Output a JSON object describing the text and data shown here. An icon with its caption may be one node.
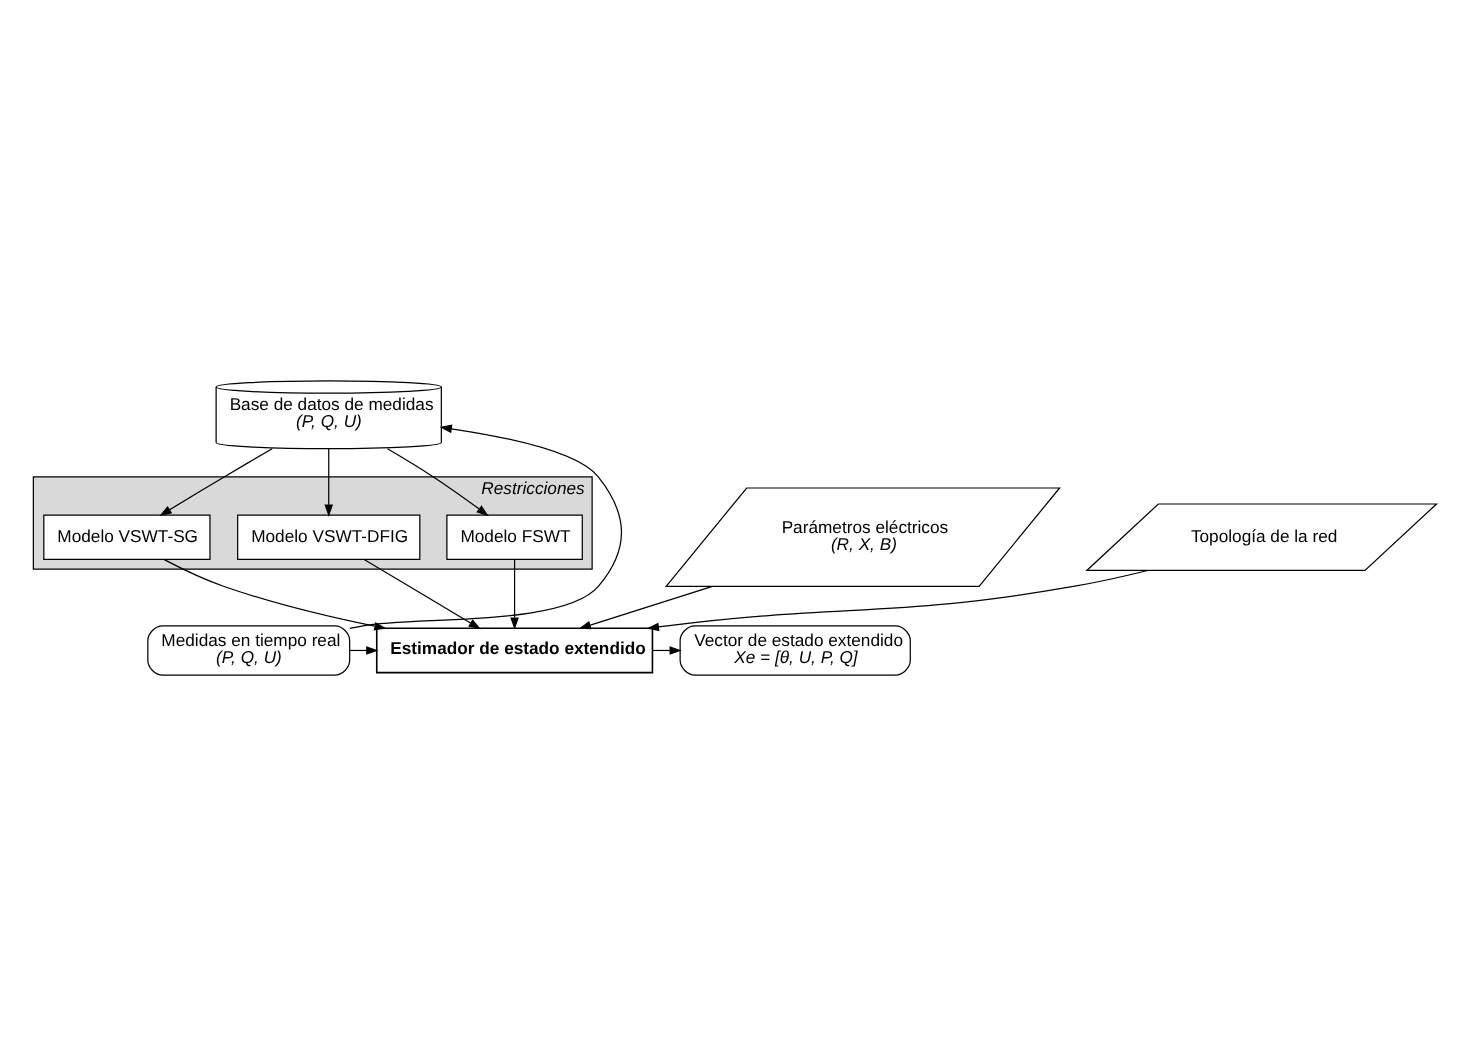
{
  "diagram": {
    "nodes": [
      {
        "text": [
          "Base de datos de medidas",
          "(P, Q, U)"
        ]
      },
      {
        "text": [
          "Restricciones"
        ]
      },
      {
        "text": [
          "Modelo FSWT"
        ],
        "in": 1
      },
      {
        "text": [
          "Modelo VSWT-DFIG"
        ],
        "in": 1
      },
      {
        "text": [
          "Modelo VSWT-SG"
        ],
        "in": 1
      },
      {
        "text": [
          "Medidas en tiempo real",
          "(P, Q, U)"
        ]
      },
      {
        "text": [
          "Estimador de estado extendido"
        ]
      },
      {
        "text": [
          "Vector de estado extendido",
          "Xe = [θ, U, P, Q]"
        ]
      },
      {
        "text": [
          "Parámetros eléctricos",
          "(R, X, B)"
        ]
      },
      {
        "text": [
          "Topología de la red"
        ]
      }
    ],
    "edges": [
      {
        "from": 5,
        "to": 0,
        "arrow": "to"
      },
      {
        "from": 0,
        "to": 2,
        "arrow": "to"
      },
      {
        "from": 0,
        "to": 3,
        "arrow": "to"
      },
      {
        "from": 0,
        "to": 4,
        "arrow": "to"
      },
      {
        "from": 2,
        "to": 6,
        "arrow": "to"
      },
      {
        "from": 3,
        "to": 6,
        "arrow": "to"
      },
      {
        "from": 4,
        "to": 6,
        "arrow": "to"
      },
      {
        "from": 5,
        "to": 6,
        "arrow": "to"
      },
      {
        "from": 6,
        "to": 7,
        "arrow": "to"
      },
      {
        "from": 8,
        "to": 6,
        "arrow": "to"
      },
      {
        "from": 9,
        "to": 6,
        "arrow": "to"
      }
    ]
  }
}
